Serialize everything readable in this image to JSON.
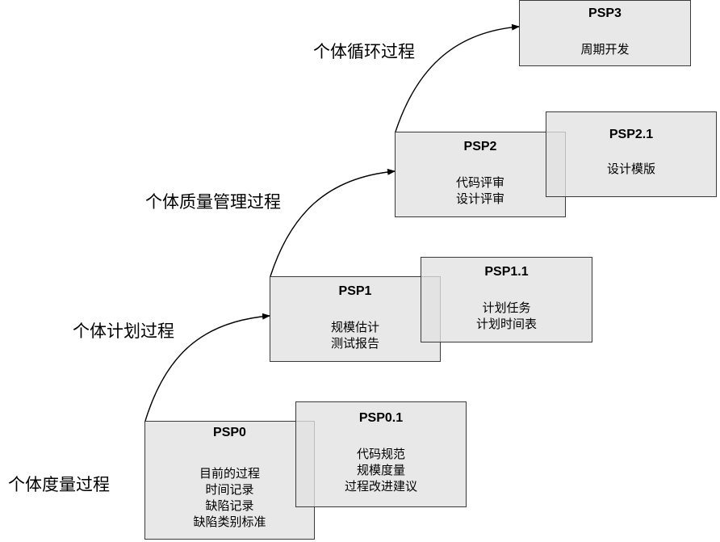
{
  "stages": {
    "measurement": "个体度量过程",
    "planning": "个体计划过程",
    "quality": "个体质量管理过程",
    "cyclic": "个体循环过程"
  },
  "boxes": {
    "psp0": {
      "title": "PSP0",
      "items": [
        "目前的过程",
        "时间记录",
        "缺陷记录",
        "缺陷类别标准"
      ]
    },
    "psp01": {
      "title": "PSP0.1",
      "items": [
        "代码规范",
        "规模度量",
        "过程改进建议"
      ]
    },
    "psp1": {
      "title": "PSP1",
      "items": [
        "规模估计",
        "测试报告"
      ]
    },
    "psp11": {
      "title": "PSP1.1",
      "items": [
        "计划任务",
        "计划时间表"
      ]
    },
    "psp2": {
      "title": "PSP2",
      "items": [
        "代码评审",
        "设计评审"
      ]
    },
    "psp21": {
      "title": "PSP2.1",
      "items": [
        "设计模版"
      ]
    },
    "psp3": {
      "title": "PSP3",
      "items": [
        "周期开发"
      ]
    }
  }
}
